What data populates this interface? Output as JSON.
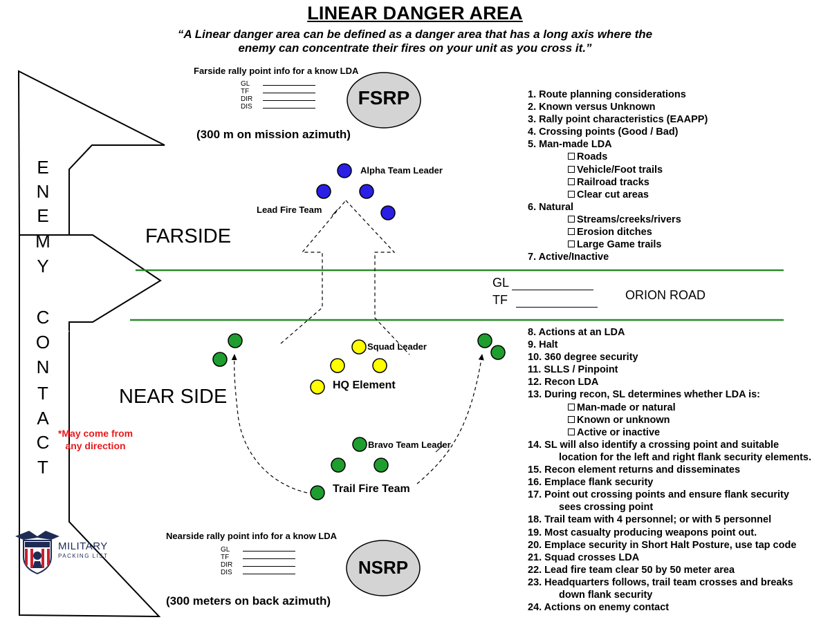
{
  "title": "LINEAR DANGER AREA",
  "quote_line1": "“A Linear danger area can be defined as a danger area that has a long axis where the",
  "quote_line2": "enemy can concentrate their fires on your unit as you cross it.”",
  "farside_rally": {
    "heading": "Farside rally point info for a know LDA",
    "fields": [
      "GL",
      "TF",
      "DIR",
      "DIS"
    ],
    "badge": "FSRP",
    "azimuth": "(300 m on mission azimuth)"
  },
  "nearside_rally": {
    "heading": "Nearside rally point info for a know LDA",
    "fields": [
      "GL",
      "TF",
      "DIR",
      "DIS"
    ],
    "badge": "NSRP",
    "azimuth": "(300 meters on back azimuth)"
  },
  "enemy_contact_letters": [
    "E",
    "N",
    "E",
    "M",
    "Y",
    "C",
    "O",
    "N",
    "T",
    "A",
    "C",
    "T"
  ],
  "warning_line1": "*May come from",
  "warning_line2": "any direction",
  "farside_label": "FARSIDE",
  "nearside_label": "NEAR SIDE",
  "road": {
    "name": "ORION ROAD",
    "gl": "GL",
    "tf": "TF"
  },
  "roles": {
    "alpha": "Alpha Team Leader",
    "lead_fire": "Lead Fire Team",
    "squad_leader": "Squad Leader",
    "hq": "HQ Element",
    "bravo": "Bravo Team Leader",
    "trail": "Trail Fire Team"
  },
  "colors": {
    "road_line": "#2a8a2a",
    "blue_member": "#2b1fe6",
    "yellow_member": "#ffff00",
    "green_member": "#1e9e2e",
    "badge_fill": "#d4d4d4",
    "warning": "#e8191c",
    "logo_navy": "#1e2b55",
    "logo_red": "#c8202f"
  },
  "steps_top": [
    {
      "text": "1. Route planning considerations",
      "style": "item"
    },
    {
      "text": "2. Known versus Unknown",
      "style": "item"
    },
    {
      "text": "3. Rally point characteristics (EAAPP)",
      "style": "item"
    },
    {
      "text": "4. Crossing points (Good / Bad)",
      "style": "item"
    },
    {
      "text": "5. Man-made LDA",
      "style": "item"
    },
    {
      "text": "Roads",
      "style": "sub"
    },
    {
      "text": "Vehicle/Foot trails",
      "style": "sub"
    },
    {
      "text": "Railroad tracks",
      "style": "sub"
    },
    {
      "text": "Clear cut areas",
      "style": "sub"
    },
    {
      "text": "6. Natural",
      "style": "item"
    },
    {
      "text": "Streams/creeks/rivers",
      "style": "sub"
    },
    {
      "text": "Erosion ditches",
      "style": "sub"
    },
    {
      "text": "Large Game trails",
      "style": "sub"
    },
    {
      "text": "7. Active/Inactive",
      "style": "item"
    }
  ],
  "steps_bottom": [
    {
      "text": "8.  Actions at an LDA",
      "style": "item"
    },
    {
      "text": "9.  Halt",
      "style": "item"
    },
    {
      "text": "10.  360 degree security",
      "style": "item"
    },
    {
      "text": "11.  SLLS / Pinpoint",
      "style": "item"
    },
    {
      "text": "12.  Recon LDA",
      "style": "item"
    },
    {
      "text": "13.  During recon, SL determines whether LDA is:",
      "style": "item"
    },
    {
      "text": "Man-made or natural",
      "style": "sub"
    },
    {
      "text": "Known or unknown",
      "style": "sub"
    },
    {
      "text": "Active or inactive",
      "style": "sub"
    },
    {
      "text": "14. SL will also identify a crossing point and suitable",
      "style": "item"
    },
    {
      "text": "location for the left and right flank security elements.",
      "style": "ind"
    },
    {
      "text": "15.  Recon element returns and disseminates",
      "style": "item"
    },
    {
      "text": "16.  Emplace flank security",
      "style": "item"
    },
    {
      "text": "17.  Point out crossing points and ensure flank security",
      "style": "item"
    },
    {
      "text": "sees crossing point",
      "style": "ind"
    },
    {
      "text": "18.  Trail team with 4 personnel; or with 5 personnel",
      "style": "item"
    },
    {
      "text": "19.  Most casualty producing weapons point out.",
      "style": "item"
    },
    {
      "text": "20.  Emplace security in Short Halt Posture, use tap code",
      "style": "item"
    },
    {
      "text": "21.  Squad crosses LDA",
      "style": "item"
    },
    {
      "text": "22.  Lead fire team clear 50 by 50 meter area",
      "style": "item"
    },
    {
      "text": "23.  Headquarters follows, trail team crosses and breaks",
      "style": "item"
    },
    {
      "text": "down flank security",
      "style": "ind"
    },
    {
      "text": "24.  Actions on enemy contact",
      "style": "item"
    }
  ],
  "logo": {
    "line1": "MILITARY",
    "line2": "PACKING LIST",
    "icon": "liberty-eagle-shield-icon"
  }
}
